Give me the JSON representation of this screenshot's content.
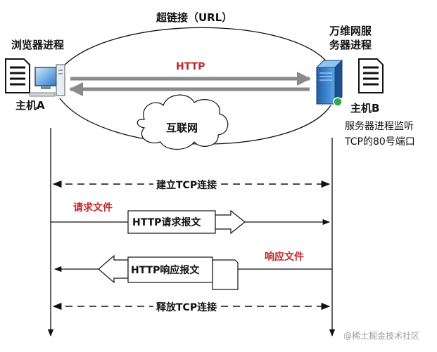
{
  "top": {
    "hyperlink_label": "超链接（URL）",
    "browser_process_label": "浏览器进程",
    "server_process_label_line1": "万维网服",
    "server_process_label_line2": "务器进程",
    "http_label": "HTTP",
    "host_a_label": "主机A",
    "host_b_label": "主机B",
    "internet_label": "互联网",
    "server_listen_line1": "服务器进程监听",
    "server_listen_line2": "TCP的80号端口"
  },
  "sequence": {
    "establish_tcp": "建立TCP连接",
    "request_file": "请求文件",
    "http_request_msg": "HTTP请求报文",
    "response_file": "响应文件",
    "http_response_msg": "HTTP响应报文",
    "release_tcp": "释放TCP连接"
  },
  "watermark": "@稀土掘金技术社区",
  "colors": {
    "accent_red": "#c0282b",
    "arrow_gray": "#8a8a8a",
    "line_black": "#111111",
    "server_blue": "#2f7fd0"
  },
  "icons": [
    "document-icon",
    "computer-icon",
    "server-icon",
    "cloud-icon"
  ]
}
